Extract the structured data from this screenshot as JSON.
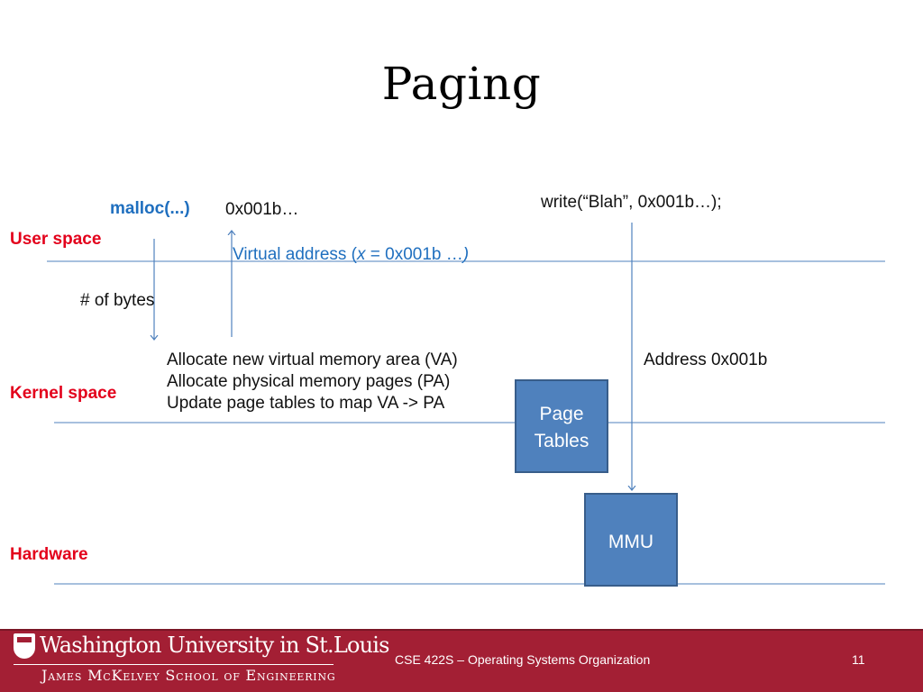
{
  "slide": {
    "title": "Paging",
    "layers": {
      "user": "User space",
      "kernel": "Kernel space",
      "hardware": "Hardware"
    },
    "malloc_call": "malloc(...)",
    "malloc_return": "0x001b…",
    "bytes_label": "# of bytes",
    "virtual_address": {
      "prefix": "Virtual address (",
      "var": "x",
      "suffix": " = 0x001b …",
      "close": ")"
    },
    "kernel_steps": [
      "Allocate new virtual memory area (VA)",
      "Allocate physical memory pages (PA)",
      "Update page tables to map VA -> PA"
    ],
    "write_call": "write(“Blah”,  0x001b…);",
    "address_label": "Address 0x001b",
    "page_tables": [
      "Page",
      "Tables"
    ],
    "mmu": "MMU",
    "colors": {
      "accent_red": "#e3001b",
      "accent_blue": "#1f6fbf",
      "box_fill": "#4f81bd",
      "footer_bg": "#a31f34"
    }
  },
  "footer": {
    "logo_top": "Washington University in St.Louis",
    "logo_bottom": "James McKelvey School of Engineering",
    "course": "CSE 422S – Operating Systems Organization",
    "page": "11"
  }
}
